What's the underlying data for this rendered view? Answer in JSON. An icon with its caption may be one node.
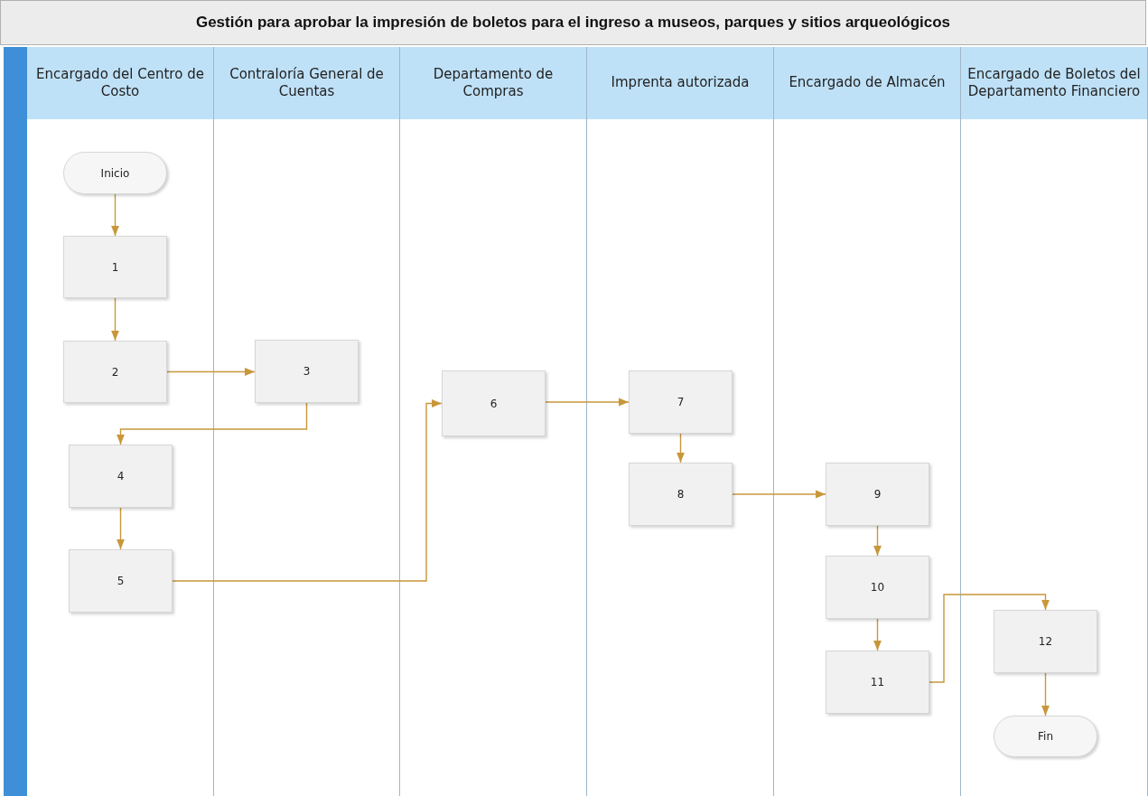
{
  "diagram": {
    "title": "Gestión para aprobar la impresión de boletos para el ingreso a museos, parques y sitios arqueológicos",
    "nodes": [
      {
        "text": [
          "Encargado del Centro de Costo"
        ]
      },
      {
        "text": [
          "Contraloría General de Cuentas"
        ]
      },
      {
        "text": [
          "Departamento de Compras"
        ]
      },
      {
        "text": [
          "Imprenta autorizada"
        ]
      },
      {
        "text": [
          "Encargado de Almacén"
        ]
      },
      {
        "text": [
          "Encargado de Boletos del Departamento Financiero"
        ]
      },
      {
        "text": [
          "Inicio"
        ],
        "in": 0
      },
      {
        "text": [
          "1"
        ],
        "in": 0
      },
      {
        "text": [
          "2"
        ],
        "in": 0
      },
      {
        "text": [
          "3"
        ],
        "in": 1
      },
      {
        "text": [
          "4"
        ],
        "in": 0
      },
      {
        "text": [
          "5"
        ],
        "in": 0
      },
      {
        "text": [
          "6"
        ],
        "in": 2
      },
      {
        "text": [
          "7"
        ],
        "in": 3
      },
      {
        "text": [
          "8"
        ],
        "in": 3
      },
      {
        "text": [
          "9"
        ],
        "in": 4
      },
      {
        "text": [
          "10"
        ],
        "in": 4
      },
      {
        "text": [
          "11"
        ],
        "in": 4
      },
      {
        "text": [
          "12"
        ],
        "in": 5
      },
      {
        "text": [
          "Fin"
        ],
        "in": 5
      }
    ],
    "edges": [
      {
        "from": 6,
        "to": 7,
        "arrow": "to"
      },
      {
        "from": 7,
        "to": 8,
        "arrow": "to"
      },
      {
        "from": 8,
        "to": 9,
        "arrow": "to"
      },
      {
        "from": 9,
        "to": 10,
        "arrow": "to"
      },
      {
        "from": 10,
        "to": 11,
        "arrow": "to"
      },
      {
        "from": 11,
        "to": 12,
        "arrow": "to"
      },
      {
        "from": 12,
        "to": 13,
        "arrow": "to"
      },
      {
        "from": 13,
        "to": 14,
        "arrow": "to"
      },
      {
        "from": 14,
        "to": 15,
        "arrow": "to"
      },
      {
        "from": 15,
        "to": 16,
        "arrow": "to"
      },
      {
        "from": 16,
        "to": 17,
        "arrow": "to"
      },
      {
        "from": 17,
        "to": 18,
        "arrow": "to"
      },
      {
        "from": 18,
        "to": 19,
        "arrow": "to"
      }
    ]
  }
}
